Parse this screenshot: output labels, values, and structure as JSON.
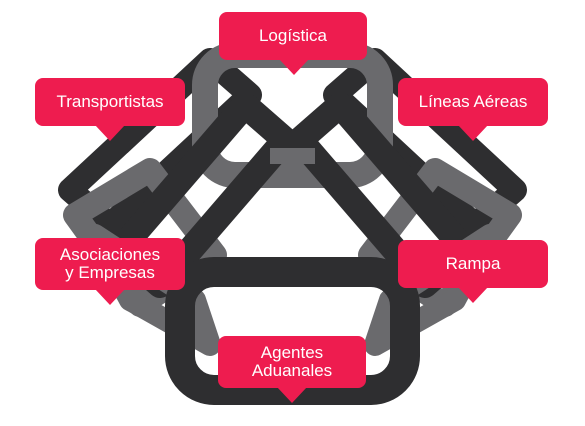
{
  "colors": {
    "callout": "#ee1c4f",
    "link_dark": "#2e2e30",
    "link_grey": "#6a6a6d",
    "background": "#ffffff"
  },
  "labels": {
    "logistica": "Logística",
    "transportistas": "Transportistas",
    "lineas_aereas": "Líneas Aéreas",
    "asociaciones": "Asociaciones\ny Empresas",
    "rampa": "Rampa",
    "agentes": "Agentes\nAduanales"
  }
}
